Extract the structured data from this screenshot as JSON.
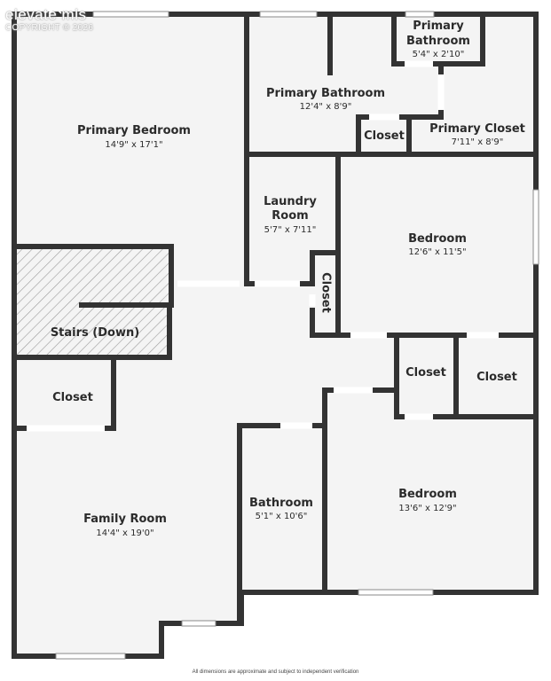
{
  "watermark": {
    "brand": "elevate mls",
    "copyright": "COPYRIGHT © 2026"
  },
  "rooms": [
    {
      "id": "primary-bedroom",
      "name": "Primary Bedroom",
      "dims": "14'9\" x 17'1\""
    },
    {
      "id": "primary-bathroom",
      "name": "Primary Bathroom",
      "dims": "12'4\" x 8'9\""
    },
    {
      "id": "primary-bathroom-small",
      "name_line1": "Primary",
      "name_line2": "Bathroom",
      "dims": "5'4\" x 2'10\""
    },
    {
      "id": "primary-closet",
      "name": "Primary Closet",
      "dims": "7'11\" x 8'9\""
    },
    {
      "id": "closet-upper",
      "name": "Closet"
    },
    {
      "id": "laundry-room",
      "name_line1": "Laundry",
      "name_line2": "Room",
      "dims": "5'7\" x 7'11\""
    },
    {
      "id": "bedroom-upper",
      "name": "Bedroom",
      "dims": "12'6\" x 11'5\""
    },
    {
      "id": "closet-vertical",
      "name": "Closet"
    },
    {
      "id": "stairs",
      "name": "Stairs (Down)"
    },
    {
      "id": "closet-left",
      "name": "Closet"
    },
    {
      "id": "closet-mid",
      "name": "Closet"
    },
    {
      "id": "closet-right",
      "name": "Closet"
    },
    {
      "id": "family-room",
      "name": "Family Room",
      "dims": "14'4\" x 19'0\""
    },
    {
      "id": "bathroom",
      "name": "Bathroom",
      "dims": "5'1\" x 10'6\""
    },
    {
      "id": "bedroom-lower",
      "name": "Bedroom",
      "dims": "13'6\" x 12'9\""
    }
  ],
  "footer": "All dimensions are approximate and subject to independent verification",
  "colors": {
    "wall": "#333333",
    "floor": "#f4f4f4",
    "text": "#2b2b2b",
    "hatch": "#9a9a9a"
  }
}
